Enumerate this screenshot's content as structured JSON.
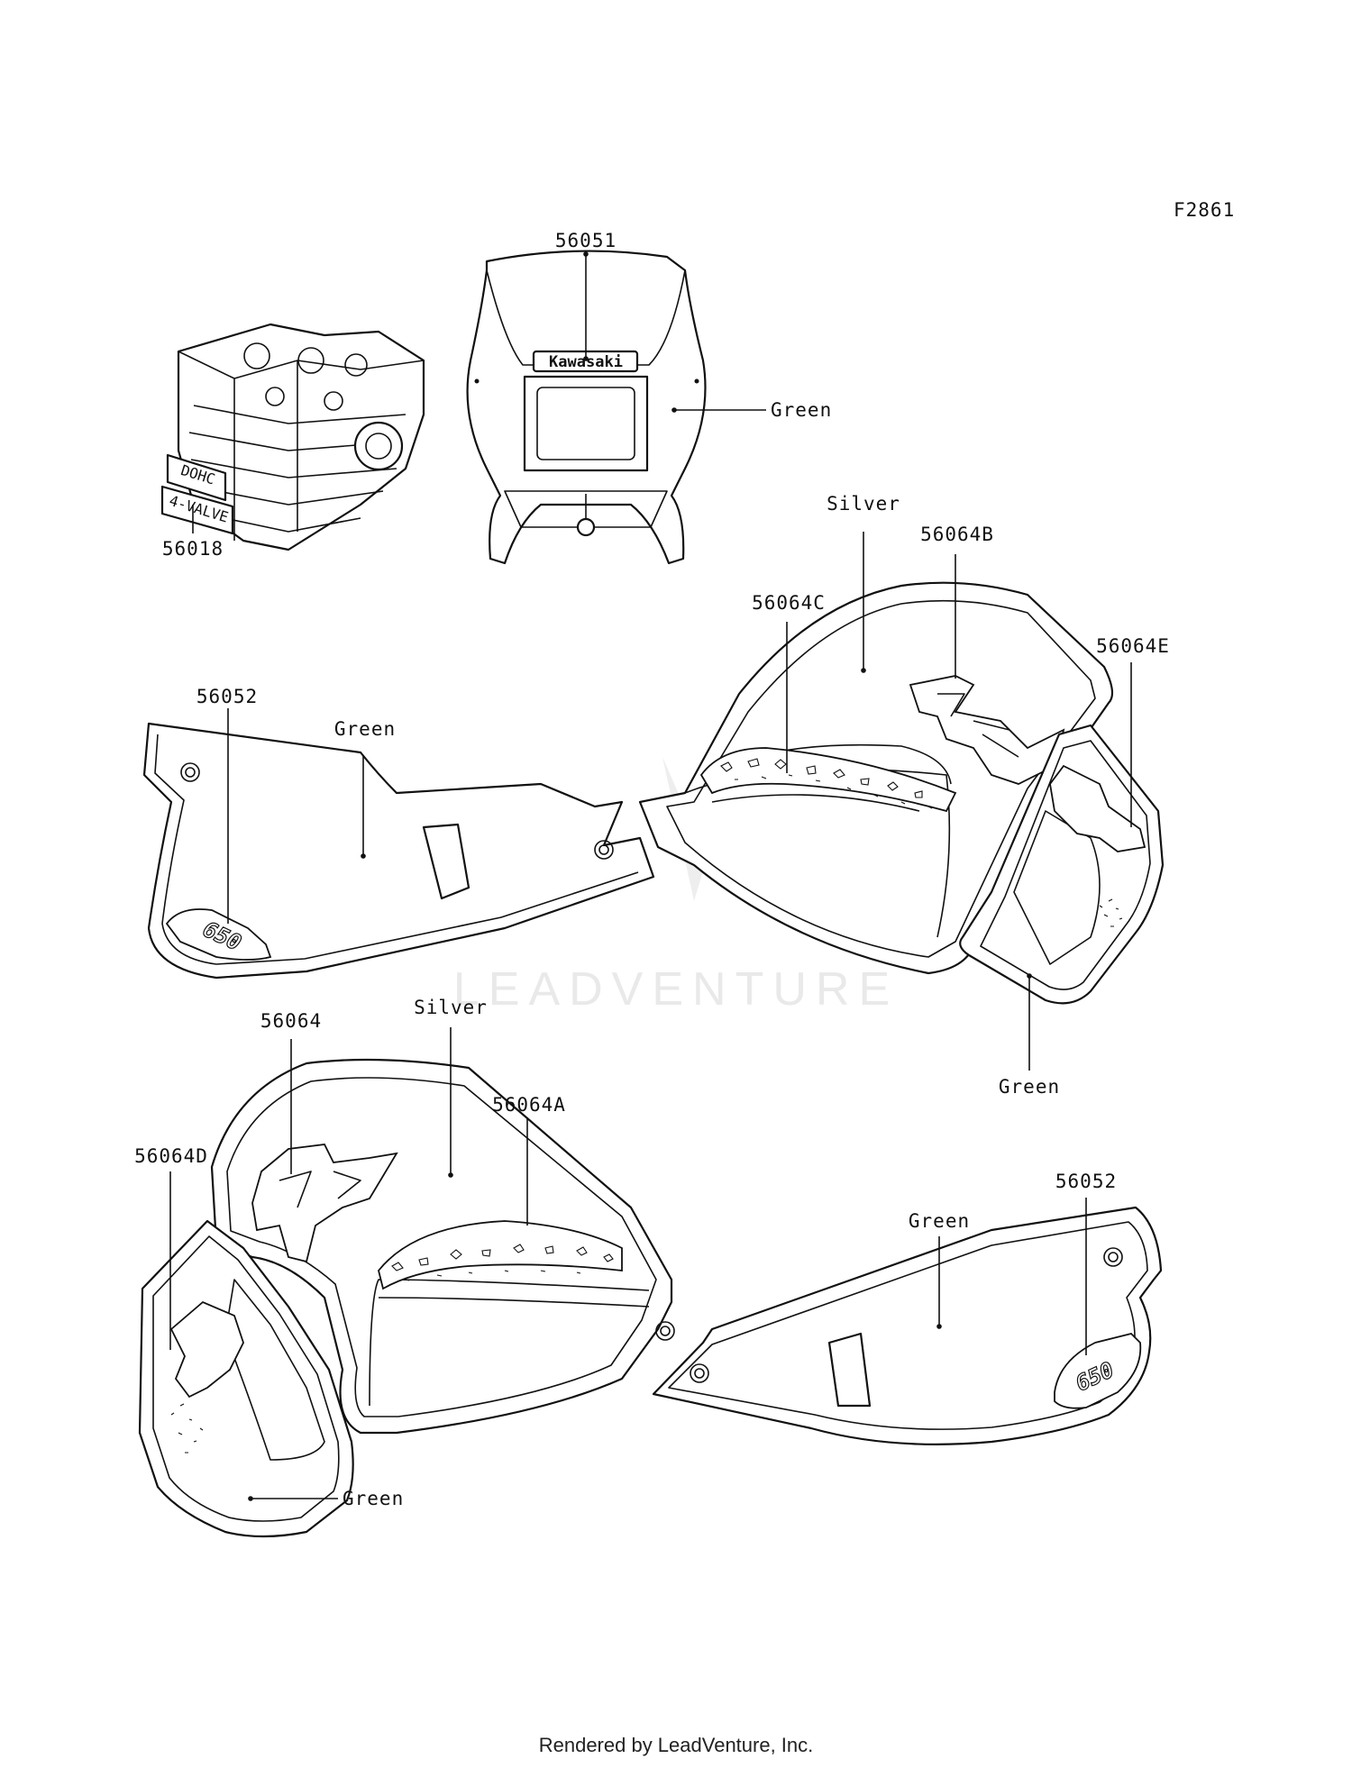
{
  "figure_id": "F2861",
  "footer": "Rendered by LeadVenture, Inc.",
  "watermark": "LEADVENTURE",
  "callouts": {
    "c56051": "56051",
    "c56018": "56018",
    "green_fairing": "Green",
    "silver_right": "Silver",
    "c56064B": "56064B",
    "c56064C": "56064C",
    "c56064E": "56064E",
    "c56052_left": "56052",
    "green_left_cover": "Green",
    "green_right_shroud": "Green",
    "c56064": "56064",
    "silver_left": "Silver",
    "c56064A": "56064A",
    "c56064D": "56064D",
    "c56052_right": "56052",
    "green_right_cover": "Green",
    "green_left_shroud": "Green"
  },
  "decal_text": {
    "fairing_brand": "Kawasaki",
    "engine_line1": "DOHC",
    "engine_line2": "4-VALVE",
    "model_badge": "650"
  }
}
